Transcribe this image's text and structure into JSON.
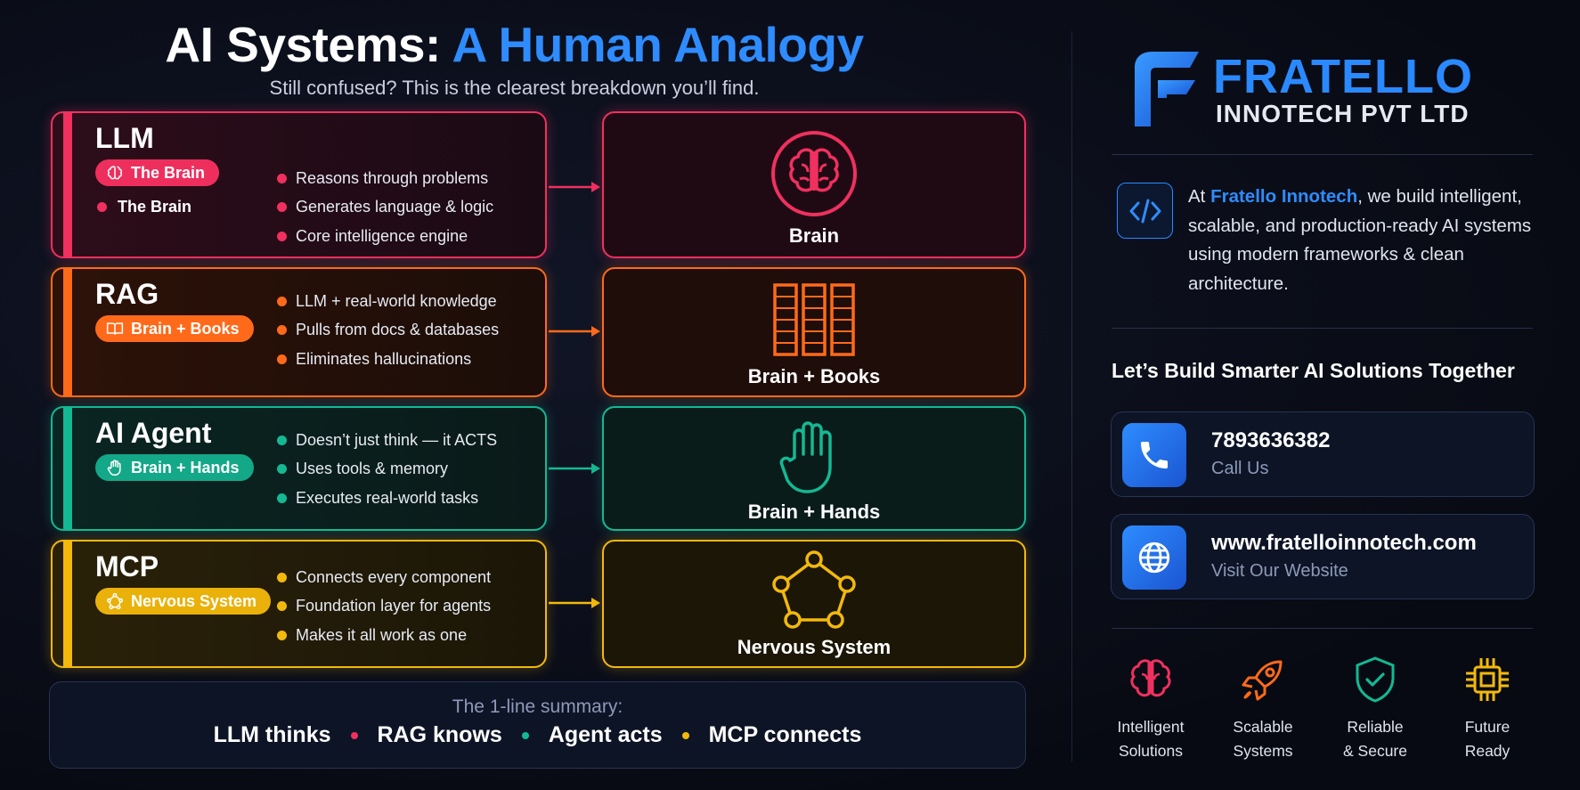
{
  "header": {
    "title_part1": "AI Systems:",
    "title_part2": "A Human Analogy",
    "subtitle": "Still confused? This is the clearest breakdown you’ll find."
  },
  "colors": {
    "llm": "#f0305f",
    "rag": "#ff6a1a",
    "agent": "#14b892",
    "mcp": "#f2b90c",
    "accent": "#2f8cff"
  },
  "systems": [
    {
      "name": "LLM",
      "pill_icon": "brain-icon",
      "pill": "The Brain",
      "sublabel": "The Brain",
      "bullets": [
        "Reasons through problems",
        "Generates language & logic",
        "Core intelligence engine"
      ],
      "analogy_icon": "brain-icon",
      "analogy": "Brain"
    },
    {
      "name": "RAG",
      "pill_icon": "book-icon",
      "pill": "Brain + Books",
      "bullets": [
        "LLM + real-world knowledge",
        "Pulls from docs & databases",
        "Eliminates hallucinations"
      ],
      "analogy_icon": "books-icon",
      "analogy": "Brain + Books"
    },
    {
      "name": "AI Agent",
      "pill_icon": "hand-icon",
      "pill": "Brain + Hands",
      "bullets": [
        "Doesn’t just think — it ACTS",
        "Uses tools & memory",
        "Executes real-world tasks"
      ],
      "analogy_icon": "hand-icon",
      "analogy": "Brain + Hands"
    },
    {
      "name": "MCP",
      "pill_icon": "network-icon",
      "pill": "Nervous System",
      "bullets": [
        "Connects every component",
        "Foundation layer for agents",
        "Makes it all work as one"
      ],
      "analogy_icon": "network-icon",
      "analogy": "Nervous System"
    }
  ],
  "summary": {
    "title": "The 1-line summary:",
    "items": [
      "LLM thinks",
      "RAG knows",
      "Agent acts",
      "MCP connects"
    ]
  },
  "company": {
    "brand": "FRATELLO",
    "brand_sub": "INNOTECH PVT LTD",
    "about_prefix": "At ",
    "about_highlight": "Fratello Innotech",
    "about_rest": ", we build intelligent, scalable, and production-ready AI systems using modern frameworks & clean architecture.",
    "cta": "Let’s Build Smarter AI Solutions Together",
    "phone": "7893636382",
    "phone_label": "Call Us",
    "website": "www.fratelloinnotech.com",
    "website_label": "Visit Our Website"
  },
  "features": [
    {
      "icon": "brain-icon",
      "label": "Intelligent\nSolutions"
    },
    {
      "icon": "rocket-icon",
      "label": "Scalable\nSystems"
    },
    {
      "icon": "shield-check-icon",
      "label": "Reliable\n& Secure"
    },
    {
      "icon": "chip-icon",
      "label": "Future\nReady"
    }
  ]
}
